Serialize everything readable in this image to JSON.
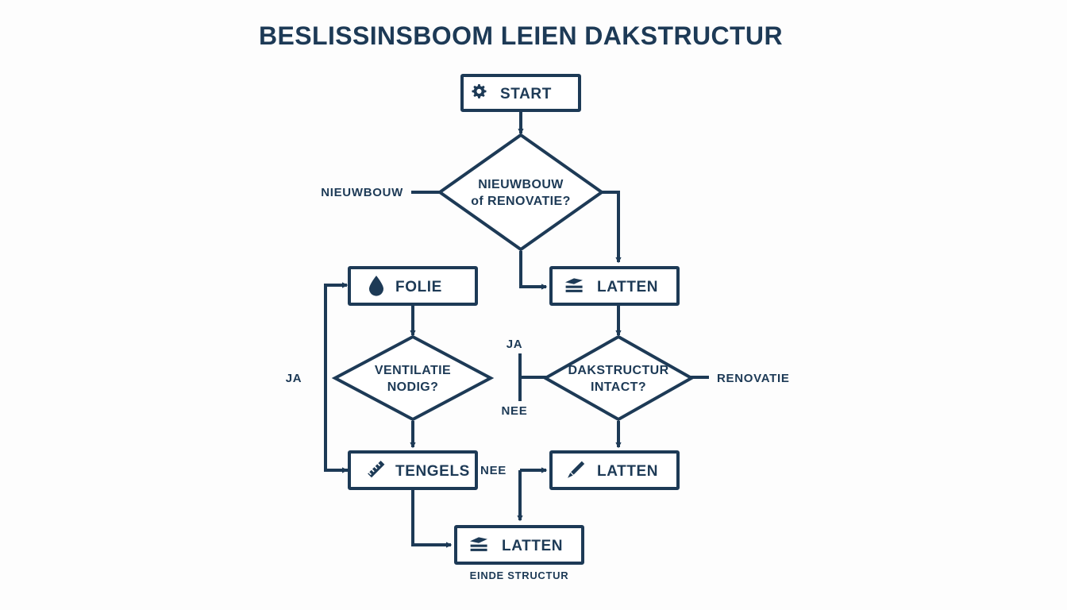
{
  "title": "BESLISSINSBOOM LEIEN DAKSTRUCTUR",
  "colors": {
    "ink": "#1d3a56",
    "background": "#fdfdfd",
    "node_fill": "#ffffff"
  },
  "nodes": {
    "start": {
      "label": "START",
      "icon": "gear-icon"
    },
    "decision_type": {
      "line1": "NIEUWBOUW",
      "line2": "of RENOVATIE?"
    },
    "folie": {
      "label": "FOLIE",
      "icon": "water-drop-icon"
    },
    "latten_top": {
      "label": "LATTEN",
      "icon": "layers-icon"
    },
    "decision_ventilatie": {
      "line1": "VENTILATIE",
      "line2": "NODIG?"
    },
    "decision_dakstructur": {
      "line1": "DAKSTRUCTUR",
      "line2": "INTACT?"
    },
    "tengels": {
      "label": "TENGELS",
      "icon": "ruler-icon"
    },
    "latten_right": {
      "label": "LATTEN",
      "icon": "slat-icon"
    },
    "latten_end": {
      "label": "LATTEN",
      "icon": "layers-icon",
      "caption": "EINDE STRUCTUR"
    }
  },
  "edge_labels": {
    "nieuwbouw": "NIEUWBOUW",
    "renovatie": "RENOVATIE",
    "ja_left": "JA",
    "ja_mid": "JA",
    "nee_mid": "NEE",
    "nee_bottom": "NEE"
  }
}
